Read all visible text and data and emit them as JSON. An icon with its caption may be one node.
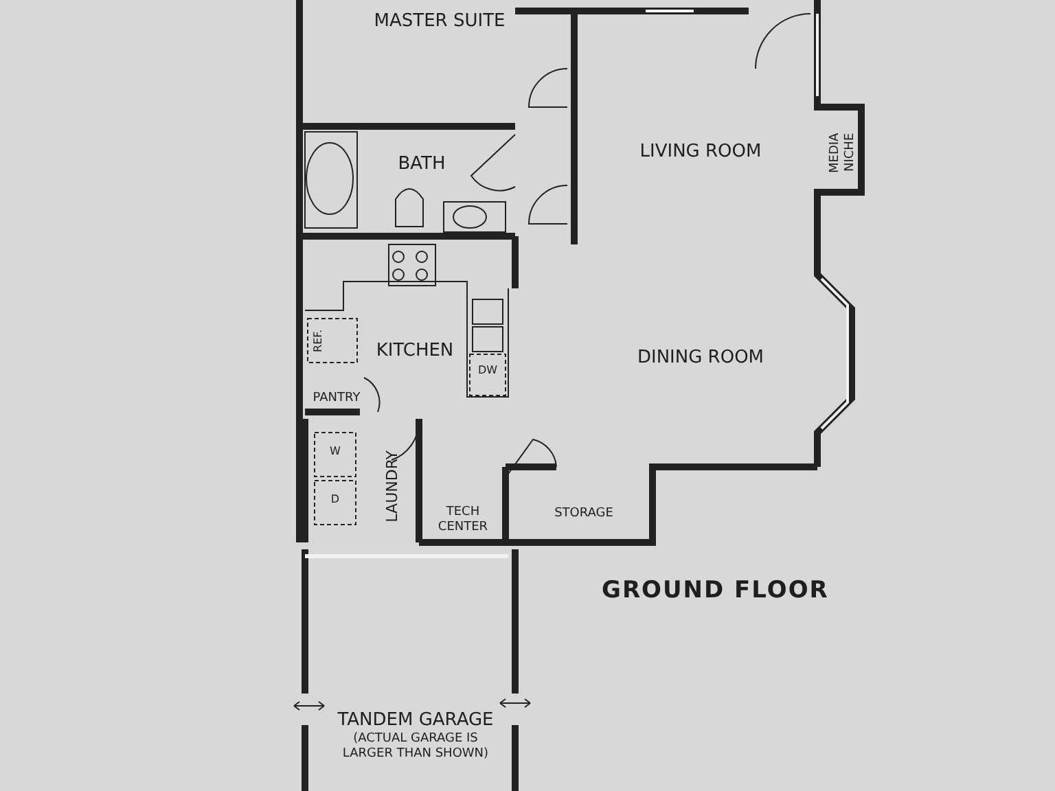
{
  "diagram": {
    "title": "GROUND FLOOR",
    "nodes": [
      {
        "text": [
          "MASTER SUITE"
        ]
      },
      {
        "text": [
          "BATH"
        ]
      },
      {
        "text": [
          "LIVING ROOM"
        ]
      },
      {
        "text": [
          "MEDIA NICHE"
        ]
      },
      {
        "text": [
          "KITCHEN"
        ]
      },
      {
        "text": [
          "DINING ROOM"
        ]
      },
      {
        "text": [
          "PANTRY"
        ]
      },
      {
        "text": [
          "LAUNDRY"
        ]
      },
      {
        "text": [
          "TECH CENTER"
        ]
      },
      {
        "text": [
          "STORAGE"
        ]
      },
      {
        "text": [
          "TANDEM GARAGE",
          "(ACTUAL GARAGE IS LARGER THAN SHOWN)"
        ]
      }
    ],
    "labels": [
      "REF.",
      "DW",
      "W",
      "D"
    ]
  }
}
